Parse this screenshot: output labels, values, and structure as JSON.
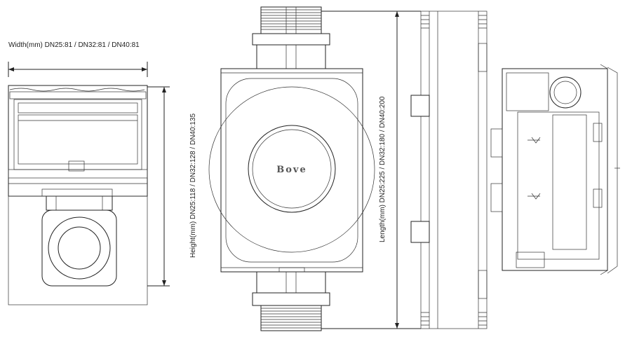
{
  "dimensions": {
    "width_label": "Width(mm)  DN25:81 / DN32:81 / DN40:81",
    "height_label": "Height(mm)  DN25:118 / DN32:128 / DN40:135",
    "length_label": "Length(mm)  DN25:225 / DN32:180 / DN40:200"
  },
  "meter": {
    "brand": "Bove"
  }
}
